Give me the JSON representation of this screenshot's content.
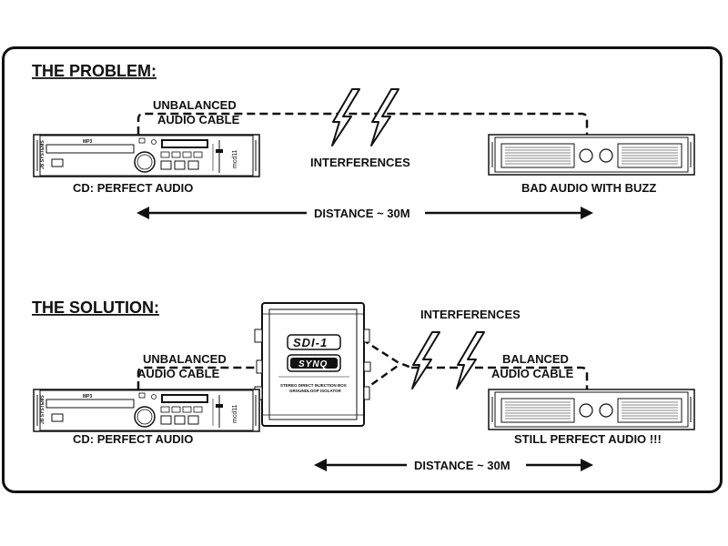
{
  "problem": {
    "heading": "THE PROBLEM:",
    "cable_label_line1": "UNBALANCED",
    "cable_label_line2": "AUDIO CABLE",
    "interferences": "INTERFERENCES",
    "cd_label": "CD: PERFECT AUDIO",
    "amp_label": "BAD AUDIO WITH BUZZ",
    "distance": "DISTANCE ~ 30M"
  },
  "solution": {
    "heading": "THE SOLUTION:",
    "cable_label_line1": "UNBALANCED",
    "cable_label_line2": "AUDIO CABLE",
    "balanced_label_line1": "BALANCED",
    "balanced_label_line2": "AUDIO CABLE",
    "interferences": "INTERFERENCES",
    "cd_label": "CD: PERFECT AUDIO",
    "amp_label": "STILL PERFECT AUDIO !!!",
    "distance": "DISTANCE ~ 30M"
  },
  "device": {
    "model": "SDI-1",
    "brand": "SYNQ",
    "desc_line1": "STEREO DIRECT INJECTION BOX",
    "desc_line2": "GROUNDLOOP ISOLATOR"
  },
  "cd_player": {
    "brand": "JB SYSTEMS",
    "model": "mcd11",
    "mp3": "MP3"
  },
  "colors": {
    "line": "#111111",
    "fill": "#ffffff"
  }
}
